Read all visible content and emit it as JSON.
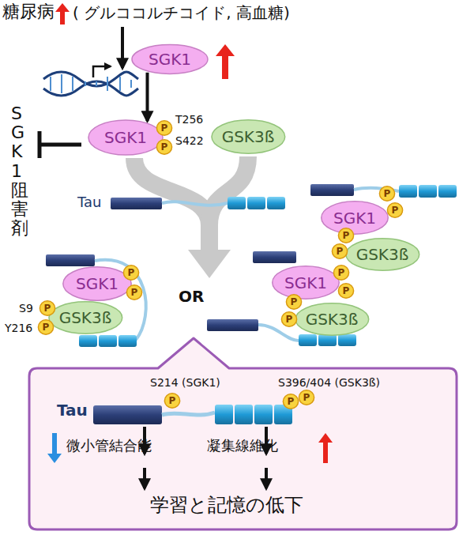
{
  "diagram": {
    "nodes": [
      {
        "text": [
          "SGK1"
        ]
      },
      {
        "text": [
          "SGK1"
        ]
      },
      {
        "text": [
          "GSK3ß"
        ]
      },
      {
        "text": [
          "SGK1"
        ]
      },
      {
        "text": [
          "GSK3ß"
        ]
      },
      {
        "text": [
          "SGK1"
        ]
      },
      {
        "text": [
          "GSK3ß"
        ]
      },
      {
        "text": [
          "SGK1"
        ]
      },
      {
        "text": [
          "GSK3ß"
        ]
      },
      {
        "text": [
          "Tau",
          "S214 (SGK1)",
          "S396/404 (GSK3ß)",
          "微小管結合能",
          "凝集線維化",
          "学習と記憶の低下"
        ]
      },
      {
        "text": [
          "P"
        ]
      },
      {
        "text": [
          "P"
        ]
      },
      {
        "text": [
          "P"
        ]
      },
      {
        "text": [
          "P"
        ]
      },
      {
        "text": [
          "P"
        ]
      },
      {
        "text": [
          "P"
        ]
      },
      {
        "text": [
          "P"
        ]
      },
      {
        "text": [
          "P"
        ]
      },
      {
        "text": [
          "P"
        ]
      },
      {
        "text": [
          "P"
        ]
      },
      {
        "text": [
          "P"
        ]
      },
      {
        "text": [
          "P"
        ]
      },
      {
        "text": [
          "P"
        ]
      },
      {
        "text": [
          "P"
        ]
      },
      {
        "text": [
          "P"
        ],
        "in": 9
      },
      {
        "text": [
          "P"
        ],
        "in": 9
      },
      {
        "text": [
          "P"
        ],
        "in": 9
      }
    ],
    "edges": [
      {
        "from": 0,
        "to": 1,
        "arrow": "to"
      }
    ],
    "labels": [
      "糖尿病",
      "( グルココルチコイド, 高血糖)",
      "T256",
      "S422",
      "SGK1阻害剤",
      "Tau",
      "S9",
      "Y216",
      "OR"
    ]
  }
}
